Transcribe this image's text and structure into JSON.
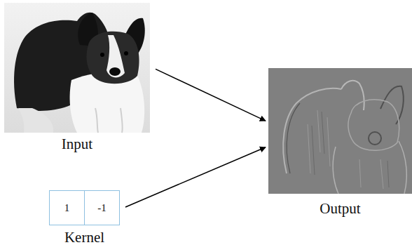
{
  "diagram": {
    "nodes": [
      {
        "text": [
          "Input"
        ]
      },
      {
        "text": [
          "Output"
        ]
      },
      {
        "text": [
          "Kernel"
        ]
      },
      {
        "text": [
          "1"
        ],
        "in": 2
      },
      {
        "text": [
          "-1"
        ],
        "in": 2
      }
    ],
    "edges": [
      {
        "from": 0,
        "to": 1,
        "arrow": "to"
      },
      {
        "from": 2,
        "to": 1,
        "arrow": "to"
      }
    ]
  }
}
